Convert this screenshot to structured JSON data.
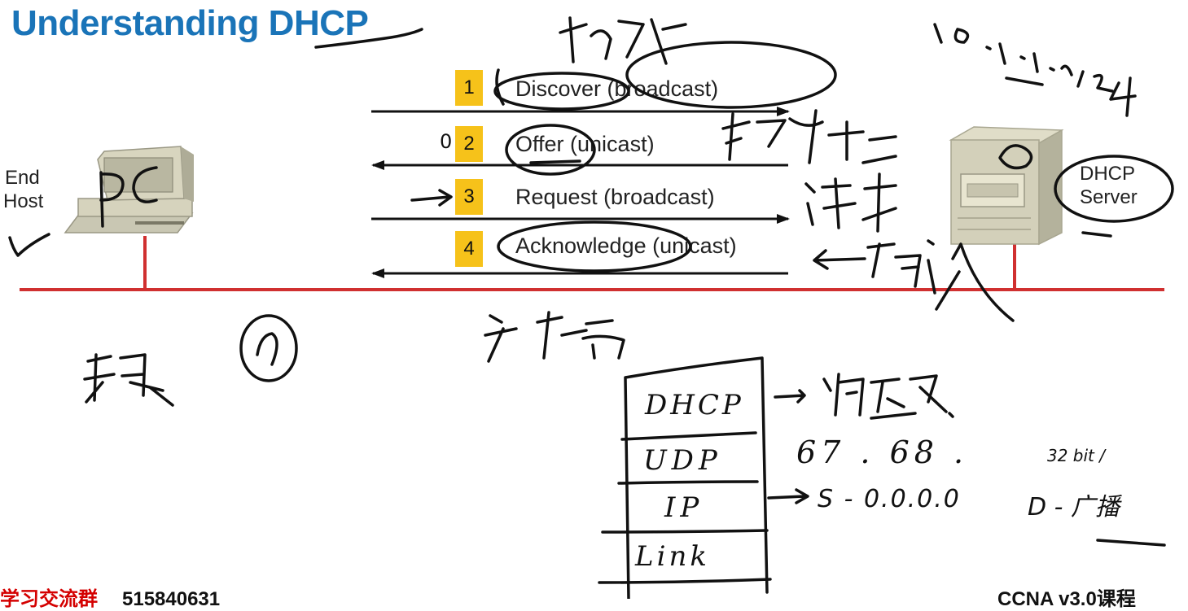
{
  "title": "Understanding DHCP",
  "colors": {
    "title": "#1a74b8",
    "network_line": "#d03030",
    "badge": "#f6c21a",
    "arrow": "#111111"
  },
  "end_host": {
    "label_line1": "End",
    "label_line2": "Host",
    "icon": "desktop-pc-icon"
  },
  "server": {
    "label_line1": "DHCP",
    "label_line2": "Server",
    "icon": "tower-server-icon"
  },
  "messages": [
    {
      "step": "1",
      "text": "Discover (broadcast)",
      "direction": "to-server"
    },
    {
      "step": "2",
      "text": "Offer (unicast)",
      "direction": "to-host"
    },
    {
      "step": "3",
      "text": "Request (broadcast)",
      "direction": "to-server"
    },
    {
      "step": "4",
      "text": "Acknowledge (unicast)",
      "direction": "to-host"
    }
  ],
  "annotations": {
    "pc": "PC",
    "check": "✓",
    "server_ip": "10.1.1.1/24",
    "zero": "0",
    "offer_dot": "0",
    "stack": [
      "DHCP",
      "UDP",
      "IP",
      "Link"
    ],
    "ports": "67 . 68 .",
    "ip_note": "S - 0.0.0.0",
    "dest_note": "D - 广播",
    "bits_note": "32 bit /"
  },
  "footer": {
    "left_label": "学习交流群",
    "left_number": "515840631",
    "right": "CCNA v3.0课程"
  }
}
